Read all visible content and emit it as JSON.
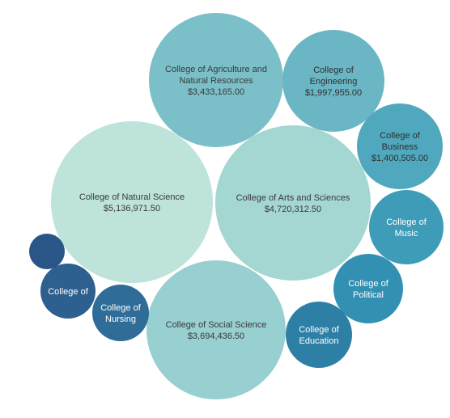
{
  "chart_data": {
    "type": "bubble",
    "unit": "USD",
    "bubbles": [
      {
        "name": "College of Natural Science",
        "label_lines": [
          "College of Natural Science"
        ],
        "value_label": "$5,136,971.50",
        "value": 5136971.5,
        "color": "#bde3da",
        "text_color": "#3a3a3a"
      },
      {
        "name": "College of Arts and Sciences",
        "label_lines": [
          "College of Arts and Sciences"
        ],
        "value_label": "$4,720,312.50",
        "value": 4720312.5,
        "color": "#a4d6d2",
        "text_color": "#3a3a3a"
      },
      {
        "name": "College of Social Science",
        "label_lines": [
          "College of Social Science"
        ],
        "value_label": "$3,694,436.50",
        "value": 3694436.5,
        "color": "#98cfd0",
        "text_color": "#3a3a3a"
      },
      {
        "name": "College of Agriculture and Natural Resources",
        "label_lines": [
          "College of Agriculture and",
          "Natural Resources"
        ],
        "value_label": "$3,433,165.00",
        "value": 3433165.0,
        "color": "#7bbfc8",
        "text_color": "#3a3a3a"
      },
      {
        "name": "College of Engineering",
        "label_lines": [
          "College of",
          "Engineering"
        ],
        "value_label": "$1,997,955.00",
        "value": 1997955.0,
        "color": "#6ab6c4",
        "text_color": "#2f2f2f"
      },
      {
        "name": "College of Business",
        "label_lines": [
          "College of",
          "Business"
        ],
        "value_label": "$1,400,505.00",
        "value": 1400505.0,
        "color": "#4fa8bd",
        "text_color": "#2f2f2f"
      },
      {
        "name": "College of Music",
        "label_lines": [
          "College of",
          "Music"
        ],
        "value_label": "",
        "value": null,
        "color": "#3f9cb8",
        "text_color": "#ffffff"
      },
      {
        "name": "College of Political",
        "label_lines": [
          "College of",
          "Political"
        ],
        "value_label": "",
        "value": null,
        "color": "#3290b2",
        "text_color": "#ffffff"
      },
      {
        "name": "College of Education",
        "label_lines": [
          "College of",
          "Education"
        ],
        "value_label": "",
        "value": null,
        "color": "#2e7fa5",
        "text_color": "#ffffff"
      },
      {
        "name": "College of Nursing",
        "label_lines": [
          "College of",
          "Nursing"
        ],
        "value_label": "",
        "value": null,
        "color": "#2f6d98",
        "text_color": "#ffffff"
      },
      {
        "name": "College of",
        "label_lines": [
          "College of"
        ],
        "value_label": "",
        "value": null,
        "color": "#2d5f8f",
        "text_color": "#ffffff"
      },
      {
        "name": "",
        "label_lines": [],
        "value_label": "",
        "value": null,
        "color": "#2a5587",
        "text_color": "#ffffff"
      }
    ]
  }
}
